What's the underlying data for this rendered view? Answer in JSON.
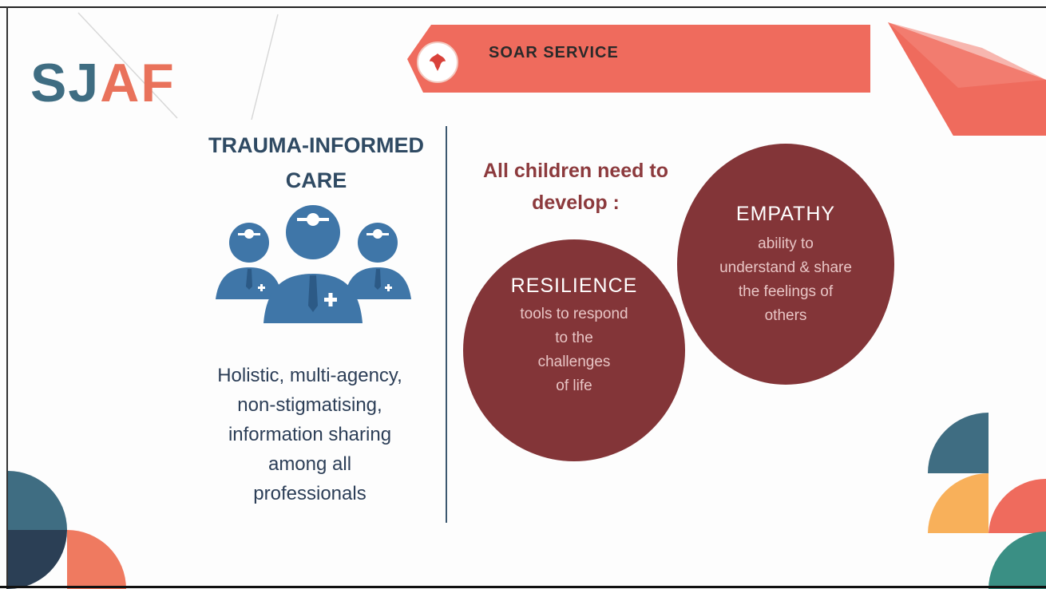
{
  "header": {
    "logo": {
      "s": "S",
      "j": "J",
      "a": "A",
      "f": "F"
    },
    "banner_title": "SOAR SERVICE"
  },
  "left": {
    "heading_line1": "TRAUMA-INFORMED",
    "heading_line2": "CARE",
    "description": [
      "Holistic, multi-agency,",
      "non-stigmatising,",
      "information sharing",
      "among all",
      "professionals"
    ]
  },
  "right": {
    "need_line1": "All children need to",
    "need_line2": "develop :",
    "resilience": {
      "title": "RESILIENCE",
      "lines": [
        "tools to respond",
        "to the",
        "challenges",
        "of life"
      ]
    },
    "empathy": {
      "title": "EMPATHY",
      "lines": [
        "ability to",
        "understand & share",
        "the feelings of",
        "others"
      ]
    }
  },
  "colors": {
    "brand_blue": "#3f6d82",
    "brand_coral": "#e9725b",
    "circle_maroon": "#833538",
    "heading_navy": "#2f4a63"
  }
}
